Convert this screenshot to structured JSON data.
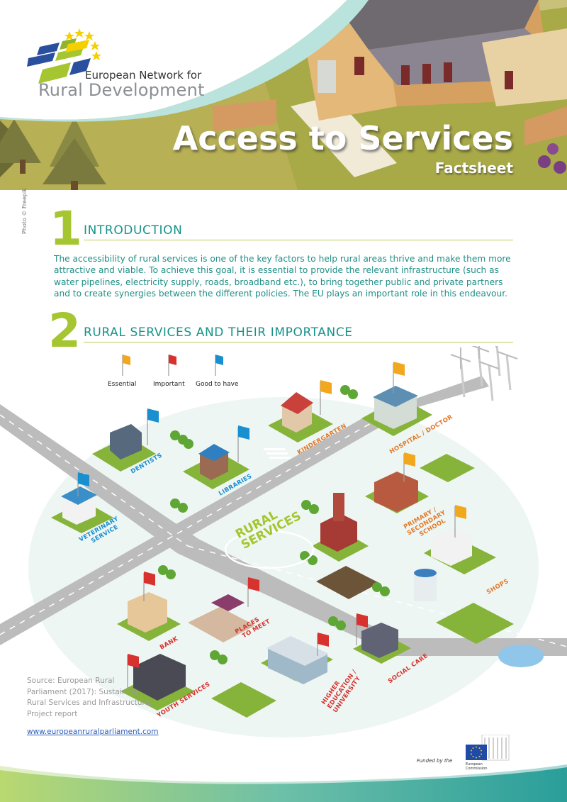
{
  "header": {
    "org_line1": "European Network for",
    "org_line2": "Rural Development",
    "title": "Access to Services",
    "subtitle": "Factsheet",
    "photo_credit": "Photo © Freepik"
  },
  "sections": [
    {
      "number": "1",
      "title": "INTRODUCTION",
      "body": "The accessibility of rural services is one of the key factors to help rural areas thrive and make them more attractive and viable. To achieve this goal, it is essential to provide the relevant infrastructure (such as water pipelines, electricity supply, roads, broadband etc.), to bring together public and private partners and to create synergies between the different policies. The EU plays an important role in this endeavour."
    },
    {
      "number": "2",
      "title": "RURAL SERVICES AND THEIR IMPORTANCE"
    }
  ],
  "legend": [
    {
      "label": "Essential",
      "color": "#f2a81d"
    },
    {
      "label": "Important",
      "color": "#d8322f"
    },
    {
      "label": "Good to have",
      "color": "#1a8fd0"
    }
  ],
  "center_label": [
    "RURAL",
    "SERVICES"
  ],
  "services": {
    "dentists": "DENTISTS",
    "libraries": "LIBRARIES",
    "kindergarten": "KINDERGARTEN",
    "hospital": "HOSPITAL / DOCTOR",
    "veterinary_1": "VETERINARY",
    "veterinary_2": "SERVICE",
    "primary_1": "PRIMARY /",
    "primary_2": "SECONDARY",
    "primary_3": "SCHOOL",
    "shops": "SHOPS",
    "bank": "BANK",
    "places_1": "PLACES",
    "places_2": "TO MEET",
    "higher_1": "HIGHER",
    "higher_2": "EDUCATION /",
    "higher_3": "UNIVERSITY",
    "social_care": "SOCIAL CARE",
    "youth": "YOUTH SERVICES"
  },
  "source": {
    "text": "Source: European Rural Parliament (2017): Sustaining Rural Services and Infrastructure, Project report",
    "link": "www.europeanruralparliament.com"
  },
  "footer": {
    "funded_by": "Funded by the",
    "ec_line1": "European",
    "ec_line2": "Commission"
  },
  "colors": {
    "teal": "#1f8f86",
    "green": "#a5c630",
    "orange": "#f2a81d",
    "red": "#d8322f",
    "blue": "#1a8fd0"
  }
}
